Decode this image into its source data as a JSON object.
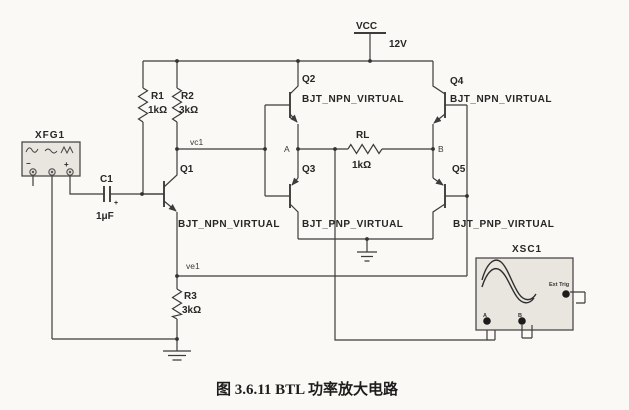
{
  "caption": "图 3.6.11  BTL 功率放大电路",
  "power": {
    "vcc": "VCC",
    "voltage": "12V"
  },
  "nets": {
    "vc1": "vc1",
    "ve1": "ve1",
    "a": "A",
    "b": "B"
  },
  "components": {
    "xfg1": {
      "ref": "XFG1",
      "minus": "−",
      "plus": "+"
    },
    "c1": {
      "ref": "C1",
      "value": "1μF",
      "polarity": "+"
    },
    "r1": {
      "ref": "R1",
      "value": "1kΩ"
    },
    "r2": {
      "ref": "R2",
      "value": "3kΩ"
    },
    "r3": {
      "ref": "R3",
      "value": "3kΩ"
    },
    "rl": {
      "ref": "RL",
      "value": "1kΩ"
    },
    "q1": {
      "ref": "Q1",
      "model": "BJT_NPN_VIRTUAL"
    },
    "q2": {
      "ref": "Q2",
      "model": "BJT_NPN_VIRTUAL"
    },
    "q3": {
      "ref": "Q3",
      "model": "BJT_PNP_VIRTUAL"
    },
    "q4": {
      "ref": "Q4",
      "model": "BJT_NPN_VIRTUAL"
    },
    "q5": {
      "ref": "Q5",
      "model": "BJT_PNP_VIRTUAL"
    },
    "xsc1": {
      "ref": "XSC1",
      "ext_trig": "Ext Trig",
      "ch_a": "A",
      "ch_b": "B"
    }
  },
  "colors": {
    "line": "#3c3c3c",
    "paper": "#faf9f5",
    "instrument_fill": "#e9e6e0",
    "text": "#262626"
  }
}
